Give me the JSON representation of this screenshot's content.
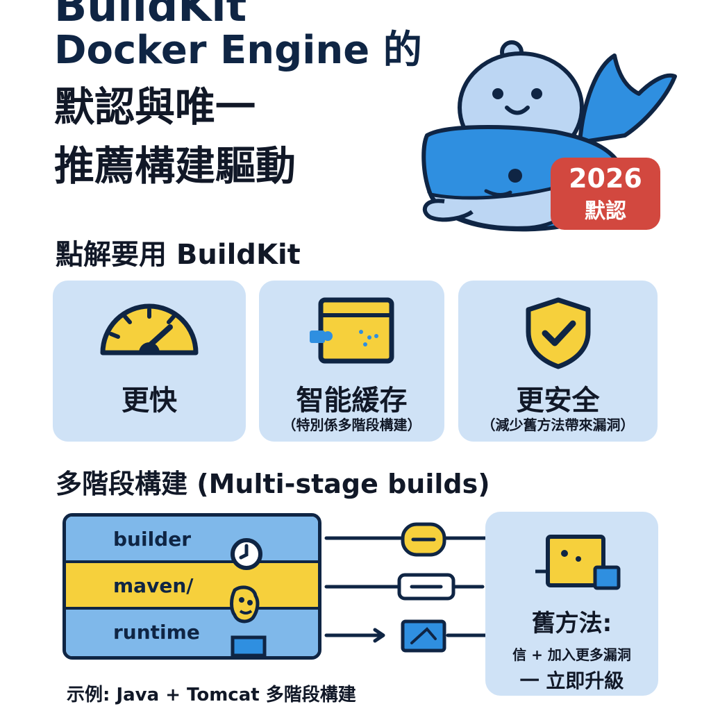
{
  "title": {
    "line0": "BuildKit",
    "line1": "Docker Engine 的",
    "line2": "默認與唯一",
    "line3": "推薦構建驅動"
  },
  "badge": {
    "year": "2026",
    "label": "默認"
  },
  "why": {
    "heading": "點解要用 BuildKit",
    "cards": [
      {
        "title": "更快",
        "subtitle": "",
        "icon": "speedometer-icon"
      },
      {
        "title": "智能緩存",
        "subtitle": "（特別係多階段構建）",
        "icon": "cache-window-icon"
      },
      {
        "title": "更安全",
        "subtitle": "（減少舊方法帶來漏洞）",
        "icon": "shield-check-icon"
      }
    ]
  },
  "multistage": {
    "heading": "多階段構建 (Multi-stage builds)",
    "layers": [
      {
        "label": "builder"
      },
      {
        "label": "maven/"
      },
      {
        "label": "runtime"
      }
    ],
    "panel": {
      "title": "舊方法:",
      "line2": "信 + 加入更多漏洞",
      "line3": "一 立即升級"
    },
    "example": "示例: Java + Tomcat 多階段構建"
  },
  "colors": {
    "navy": "#0f2544",
    "light_blue": "#cfe2f6",
    "blue": "#2f8fe0",
    "yellow": "#f6d03c",
    "red": "#d2483f"
  }
}
